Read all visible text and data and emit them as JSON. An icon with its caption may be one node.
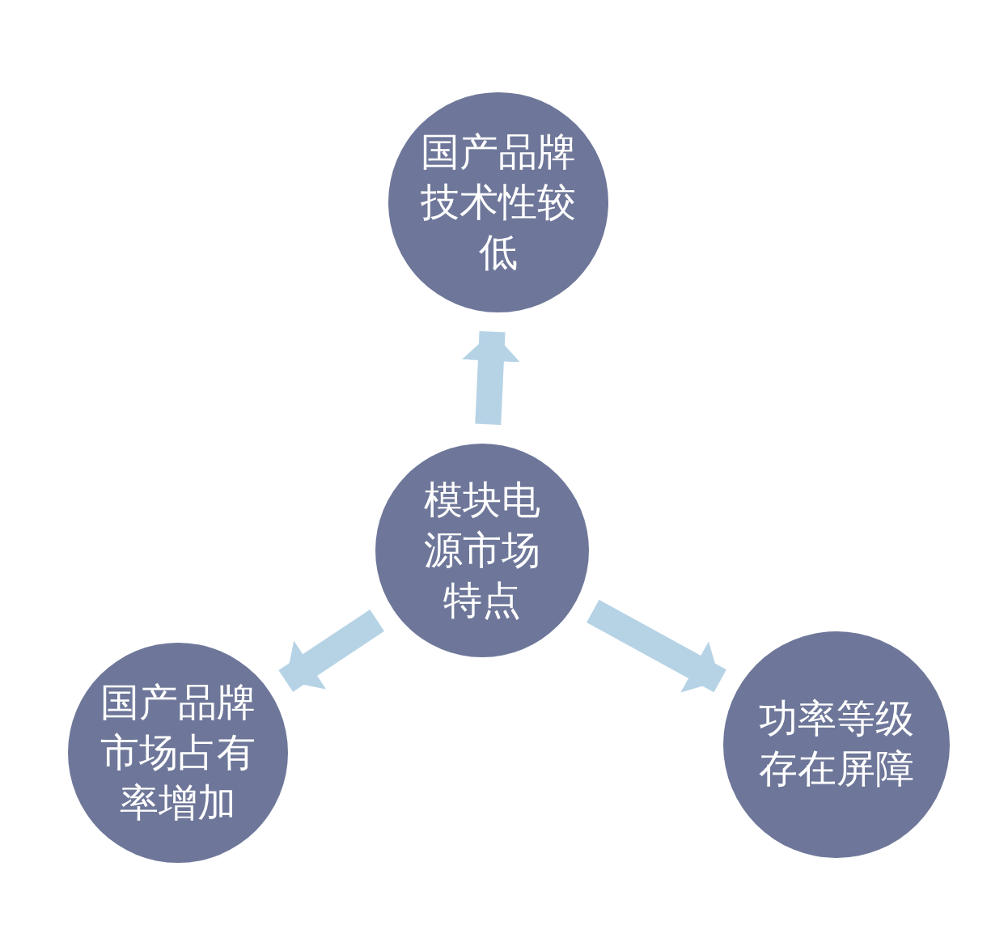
{
  "diagram": {
    "nodes": [
      {
        "text": [
          "模块电源市场特点"
        ]
      },
      {
        "text": [
          "国产品牌技术性较低"
        ]
      },
      {
        "text": [
          "国产品牌市场占有率增加"
        ]
      },
      {
        "text": [
          "功率等级存在屏障"
        ]
      }
    ],
    "edges": [
      {
        "from": 0,
        "to": 1,
        "arrow": "to"
      },
      {
        "from": 0,
        "to": 2,
        "arrow": "to"
      },
      {
        "from": 0,
        "to": 3,
        "arrow": "to"
      }
    ]
  }
}
